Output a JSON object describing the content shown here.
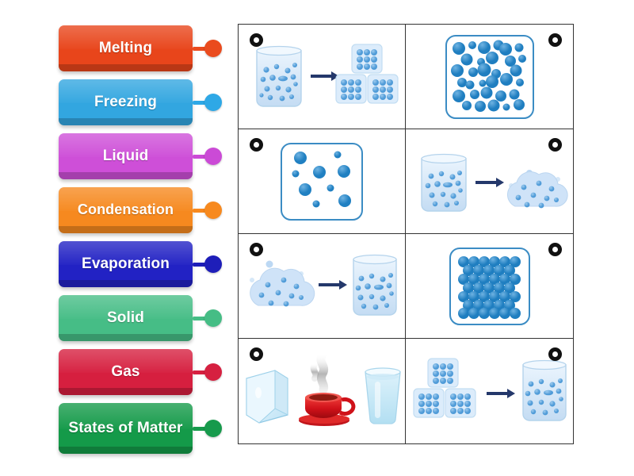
{
  "activity": {
    "title": "States of Matter",
    "type": "labelled-diagram-matching",
    "layout": "labels-left-grid-right"
  },
  "labels": [
    {
      "id": "melting",
      "text": "Melting",
      "color": "#e8451b",
      "dark": "#b8310c",
      "dot": "#ea4b1e"
    },
    {
      "id": "freezing",
      "text": "Freezing",
      "color": "#32a6e0",
      "dark": "#1a82bd",
      "dot": "#2ea8e6"
    },
    {
      "id": "liquid",
      "text": "Liquid",
      "color": "#ce4fd8",
      "dark": "#b019c6",
      "dot": "#cb4ad6"
    },
    {
      "id": "condensation",
      "text": "Condensation",
      "color": "#f6891f",
      "dark": "#d46a05",
      "dot": "#f7891e"
    },
    {
      "id": "evaporation",
      "text": "Evaporation",
      "color": "#2222c4",
      "dark": "#1414a0",
      "dot": "#1e1eb9"
    },
    {
      "id": "solid",
      "text": "Solid",
      "color": "#46bd86",
      "dark": "#2d9b68",
      "dot": "#45bd85"
    },
    {
      "id": "gas",
      "text": "Gas",
      "color": "#d61f3f",
      "dark": "#ab1330",
      "dot": "#d62040"
    },
    {
      "id": "states",
      "text": "States of Matter",
      "color": "#149a49",
      "dark": "#0c7537",
      "dot": "#179a4c"
    }
  ],
  "grid": {
    "columns": 2,
    "rows": 4,
    "border_color": "#333333",
    "cells": [
      {
        "position": "row1-col1",
        "marker_side": "left",
        "scene": "liquid-to-solid",
        "description": "Beaker of liquid particles with arrow pointing to three ice cubes containing packed particles"
      },
      {
        "position": "row1-col2",
        "marker_side": "right",
        "scene": "liquid-particles-box",
        "description": "Rounded square container filled with many close-packed blue particles representing a liquid"
      },
      {
        "position": "row2-col1",
        "marker_side": "left",
        "scene": "gas-particles-box",
        "description": "Rounded square container with a few widely spaced blue particles representing a gas"
      },
      {
        "position": "row2-col2",
        "marker_side": "right",
        "scene": "liquid-to-gas",
        "description": "Beaker of liquid particles with arrow pointing to a vapour cloud of particles"
      },
      {
        "position": "row3-col1",
        "marker_side": "left",
        "scene": "gas-to-liquid",
        "description": "Vapour cloud of particles with arrow pointing to a beaker of liquid particles"
      },
      {
        "position": "row3-col2",
        "marker_side": "right",
        "scene": "solid-particles-box",
        "description": "Rounded square container with a tightly packed lattice of blue particles representing a solid"
      },
      {
        "position": "row4-col1",
        "marker_side": "left",
        "scene": "three-states-photo",
        "description": "Ice cube, steaming red cup and glass of water showing solid, gas and liquid"
      },
      {
        "position": "row4-col2",
        "marker_side": "right",
        "scene": "solid-to-liquid",
        "description": "Three ice cubes with packed particles and arrow pointing to a beaker of liquid particles"
      }
    ]
  },
  "palette": {
    "particle": "#2e86c8",
    "particle_light": "#6fb3e2",
    "glass": "#cfe4f7",
    "glass_edge": "#a9cbe8",
    "cloud": "#cfe2f7",
    "arrow": "#24386b",
    "box_border": "#3b8cc4",
    "ice": "#dceefb",
    "cup": "#d21a22",
    "steam": "#9a9a9a"
  }
}
